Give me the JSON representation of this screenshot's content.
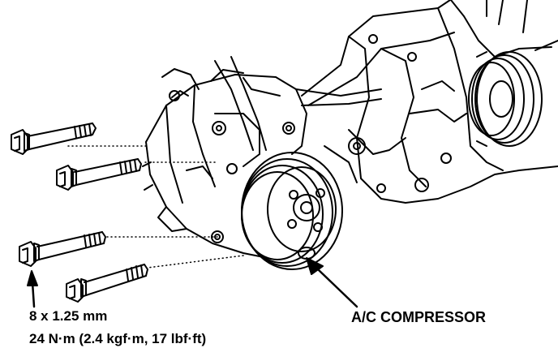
{
  "labels": {
    "bolt_spec_size": "8 x 1.25 mm",
    "bolt_spec_torque": "24 N·m (2.4 kgf·m, 17 lbf·ft)",
    "part_name": "A/C COMPRESSOR"
  },
  "colors": {
    "ink": "#000000",
    "paper": "#ffffff"
  }
}
